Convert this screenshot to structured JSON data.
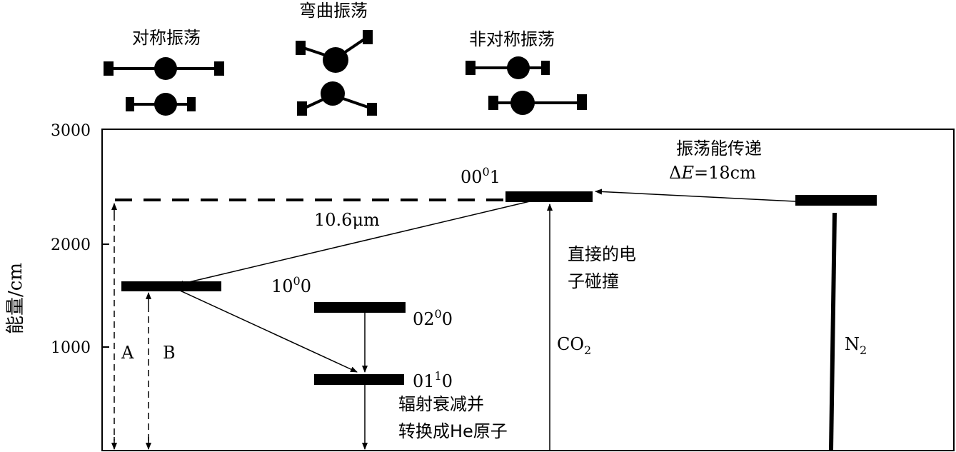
{
  "mode_labels": {
    "symmetric": "对称振荡",
    "bending": "弯曲振荡",
    "asymmetric": "非对称振荡"
  },
  "axis": {
    "ylabel": "能量/cm",
    "ticks": [
      "3000",
      "2000",
      "1000"
    ]
  },
  "levels": {
    "l0001": {
      "base": "00",
      "sup": "0",
      "tail": "1"
    },
    "l1000": {
      "base": "10",
      "sup": "0",
      "tail": "0"
    },
    "l0200": {
      "base": "02",
      "sup": "0",
      "tail": "0"
    },
    "l0110": {
      "base": "01",
      "sup": "1",
      "tail": "0"
    }
  },
  "annotations": {
    "transfer_title": "振荡能传递",
    "transfer_prefix": "Δ",
    "transfer_var": "E",
    "transfer_value": "=18cm",
    "wavelength": "10.6μm",
    "collision_line1": "直接的电",
    "collision_line2": "子碰撞",
    "decay_line1": "辐射衰减并",
    "decay_line2": "转换成He原子",
    "label_a": "A",
    "label_b": "B"
  },
  "species": {
    "co2_base": "CO",
    "co2_sub": "2",
    "n2_base": "N",
    "n2_sub": "2"
  }
}
